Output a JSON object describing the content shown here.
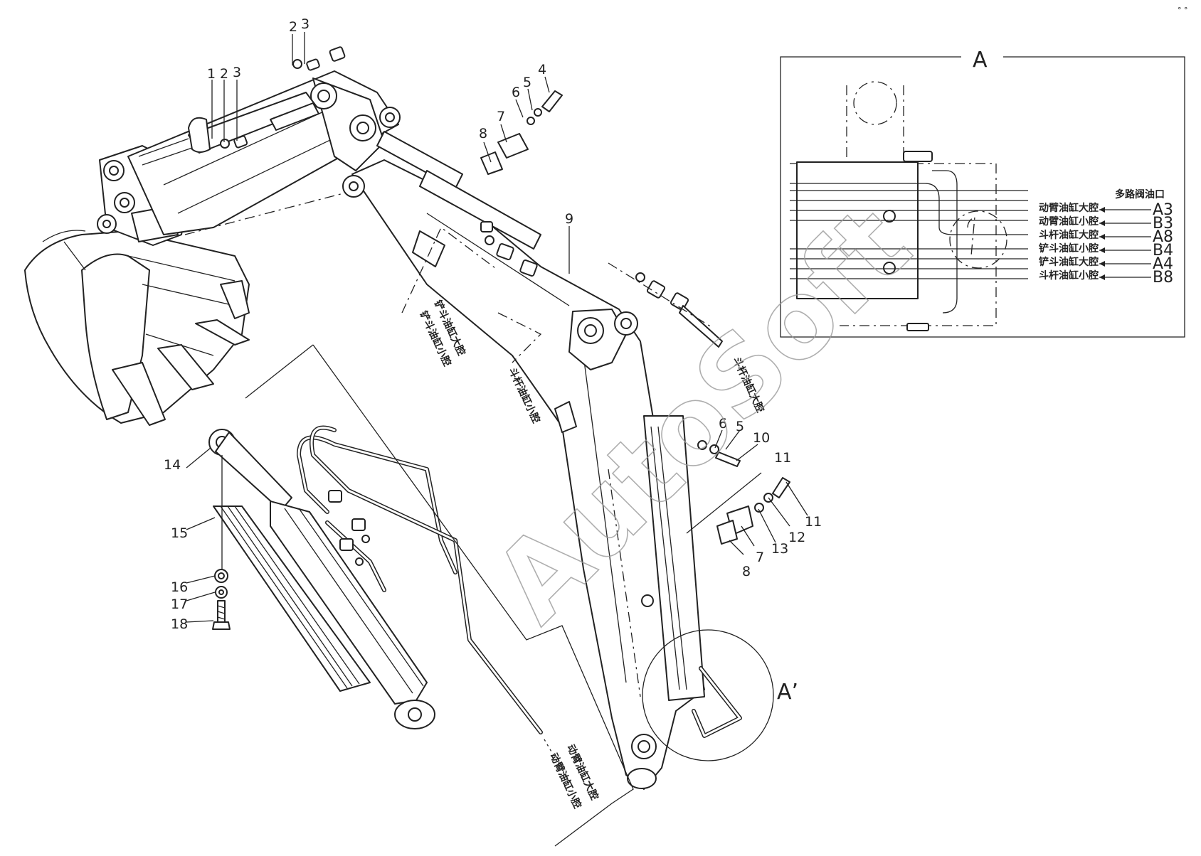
{
  "callouts": {
    "c1": "1",
    "c2a": "2",
    "c3a": "3",
    "c2b": "2",
    "c3b": "3",
    "c4": "4",
    "c5a": "5",
    "c6a": "6",
    "c7a": "7",
    "c8a": "8",
    "c9": "9",
    "c6b": "6",
    "c5b": "5",
    "c10": "10",
    "c11a": "11",
    "c11b": "11",
    "c12": "12",
    "c13": "13",
    "c7b": "7",
    "c8b": "8",
    "c14": "14",
    "c15": "15",
    "c16": "16",
    "c17": "17",
    "c18": "18"
  },
  "detail": {
    "label": "A",
    "header": "多路阀油口",
    "ports": [
      {
        "name": "动臂油缸大腔",
        "code": "A3"
      },
      {
        "name": "动臂油缸小腔",
        "code": "B3"
      },
      {
        "name": "斗杆油缸大腔",
        "code": "A8"
      },
      {
        "name": "铲斗油缸小腔",
        "code": "B4"
      },
      {
        "name": "铲斗油缸大腔",
        "code": "A4"
      },
      {
        "name": "斗杆油缸小腔",
        "code": "B8"
      }
    ]
  },
  "detail_ref": "A’",
  "hose_labels": {
    "bucket_big": "铲斗油缸大腔",
    "bucket_small": "铲斗油缸小腔",
    "arm_small": "斗杆油缸小腔",
    "arm_big": "斗杆油缸大腔",
    "boom_big": "动臂油缸大腔",
    "boom_small": "动臂油缸小腔"
  },
  "watermark": "AutoSoft",
  "corner_mark": "° °"
}
